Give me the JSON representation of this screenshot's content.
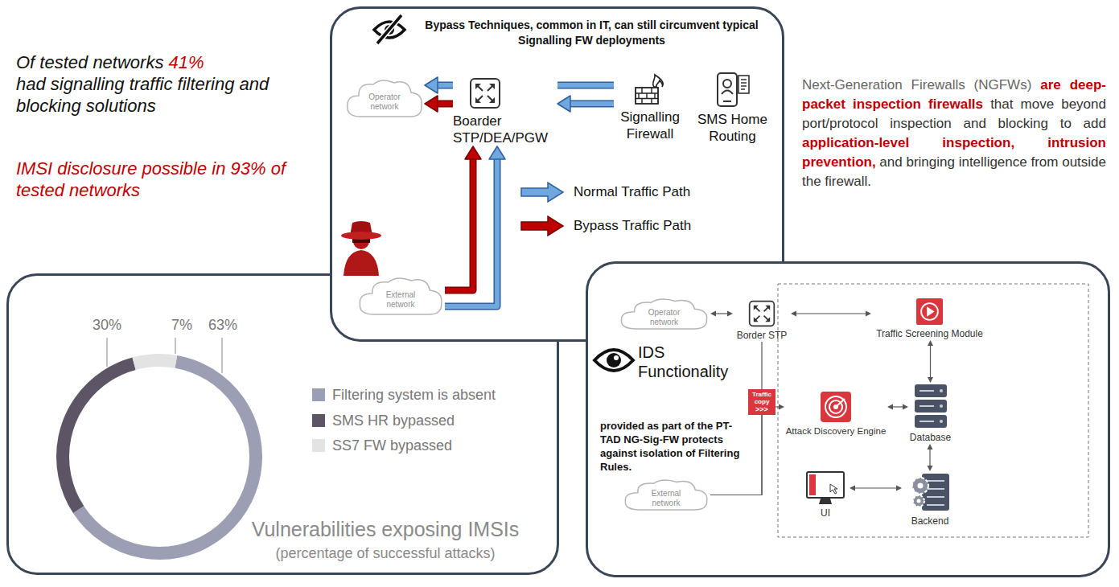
{
  "diagram": {
    "nodes": [
      {
        "text": [
          "Bypass Techniques, common in IT, can still circumvent typical Signalling FW deployments"
        ]
      },
      {
        "text": [
          "Operator network"
        ],
        "in": 0
      },
      {
        "text": [
          "Boarder STP/DEA/PGW"
        ],
        "in": 0
      },
      {
        "text": [
          "Signalling Firewall"
        ],
        "in": 0
      },
      {
        "text": [
          "SMS Home Routing"
        ],
        "in": 0
      },
      {
        "text": [
          "External network"
        ],
        "in": 0
      },
      {
        "text": [
          "Vulnerabilities exposing IMSIs",
          "(percentage of successful attacks)"
        ]
      },
      {
        "text": [
          "IDS Functionality",
          "provided as part of the PT-TAD NG-Sig-FW protects against isolation of Filtering Rules."
        ]
      },
      {
        "text": [
          "Operator network"
        ],
        "in": 7
      },
      {
        "text": [
          "Border STP"
        ],
        "in": 7
      },
      {
        "text": [
          "Traffic Screening Module"
        ],
        "in": 7
      },
      {
        "text": [
          "Attack Discovery Engine"
        ],
        "in": 7
      },
      {
        "text": [
          "Database"
        ],
        "in": 7
      },
      {
        "text": [
          "External network"
        ],
        "in": 7
      },
      {
        "text": [
          "UI"
        ],
        "in": 7
      },
      {
        "text": [
          "Backend"
        ],
        "in": 7
      }
    ],
    "edges": [
      {
        "from": 2,
        "to": 1,
        "arrow": "to"
      },
      {
        "from": 2,
        "to": 1,
        "arrow": "to"
      },
      {
        "from": 2,
        "to": 3,
        "arrow": "none"
      },
      {
        "from": 3,
        "to": 2,
        "arrow": "to"
      },
      {
        "from": 5,
        "to": 2,
        "arrow": "to"
      },
      {
        "from": 5,
        "to": 2,
        "arrow": "to"
      },
      {
        "from": 8,
        "to": 9,
        "arrow": "both"
      },
      {
        "from": 9,
        "to": 10,
        "arrow": "both"
      },
      {
        "from": 10,
        "to": 12,
        "arrow": "both"
      },
      {
        "from": 11,
        "to": 12,
        "arrow": "both"
      },
      {
        "from": 12,
        "to": 15,
        "arrow": "both"
      },
      {
        "from": 14,
        "to": 15,
        "arrow": "both"
      },
      {
        "from": 13,
        "to": 9,
        "arrow": "none"
      },
      {
        "from": 13,
        "to": 11,
        "label": "Traffic copy",
        "arrow": "to"
      }
    ],
    "labels": [
      "Of tested networks",
      "41%",
      "had signalling traffic filtering and blocking solutions",
      "IMSI disclosure possible in 93% of tested networks",
      "Next-Generation Firewalls (NGFWs)",
      "are deep-packet inspection firewalls",
      "that move beyond port/protocol inspection and blocking to add",
      "application-level inspection, intrusion prevention,",
      "and bringing intelligence from outside the firewall.",
      "30%",
      "7%",
      "63%",
      ">>>"
    ],
    "legend": [
      {
        "text": "Normal Traffic Path"
      },
      {
        "text": "Bypass Traffic Path"
      },
      {
        "text": "Filtering system is absent",
        "color": "#9c9eb3"
      },
      {
        "text": "SMS HR bypassed",
        "color": "#5d5565"
      },
      {
        "text": "SS7 FW bypassed",
        "color": "#e3e3e3"
      }
    ]
  }
}
